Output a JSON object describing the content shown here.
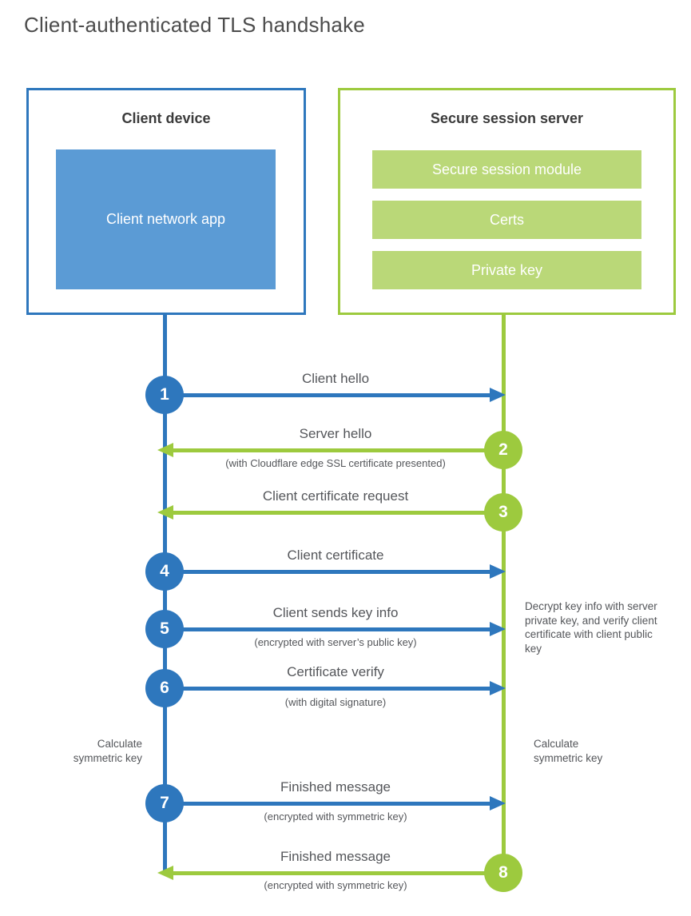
{
  "title": "Client-authenticated TLS handshake",
  "client": {
    "title": "Client device",
    "app_label": "Client network app"
  },
  "server": {
    "title": "Secure session server",
    "modules": [
      "Secure session module",
      "Certs",
      "Private key"
    ]
  },
  "steps": [
    {
      "number": "1",
      "label": "Client hello",
      "sub": "",
      "direction": "right",
      "from": "client"
    },
    {
      "number": "2",
      "label": "Server hello",
      "sub": "(with Cloudflare edge SSL certificate presented)",
      "direction": "left",
      "from": "server"
    },
    {
      "number": "3",
      "label": "Client certificate request",
      "sub": "",
      "direction": "left",
      "from": "server"
    },
    {
      "number": "4",
      "label": "Client certificate",
      "sub": "",
      "direction": "right",
      "from": "client"
    },
    {
      "number": "5",
      "label": "Client sends key info",
      "sub": "(encrypted with server’s public key)",
      "direction": "right",
      "from": "client"
    },
    {
      "number": "6",
      "label": "Certificate verify",
      "sub": "(with digital signature)",
      "direction": "right",
      "from": "client"
    },
    {
      "number": "7",
      "label": "Finished message",
      "sub": "(encrypted with symmetric key)",
      "direction": "right",
      "from": "client"
    },
    {
      "number": "8",
      "label": "Finished message",
      "sub": "(encrypted with symmetric key)",
      "direction": "left",
      "from": "server"
    }
  ],
  "annotations": {
    "decrypt_note": "Decrypt key info with server private key, and verify client certificate with client public key",
    "calculate_left": "Calculate symmetric key",
    "calculate_right": "Calculate symmetric key"
  },
  "colors": {
    "blue": "#2e77bd",
    "blue_fill": "#5b9bd5",
    "green": "#9dca3e",
    "green_fill": "#bad878"
  }
}
